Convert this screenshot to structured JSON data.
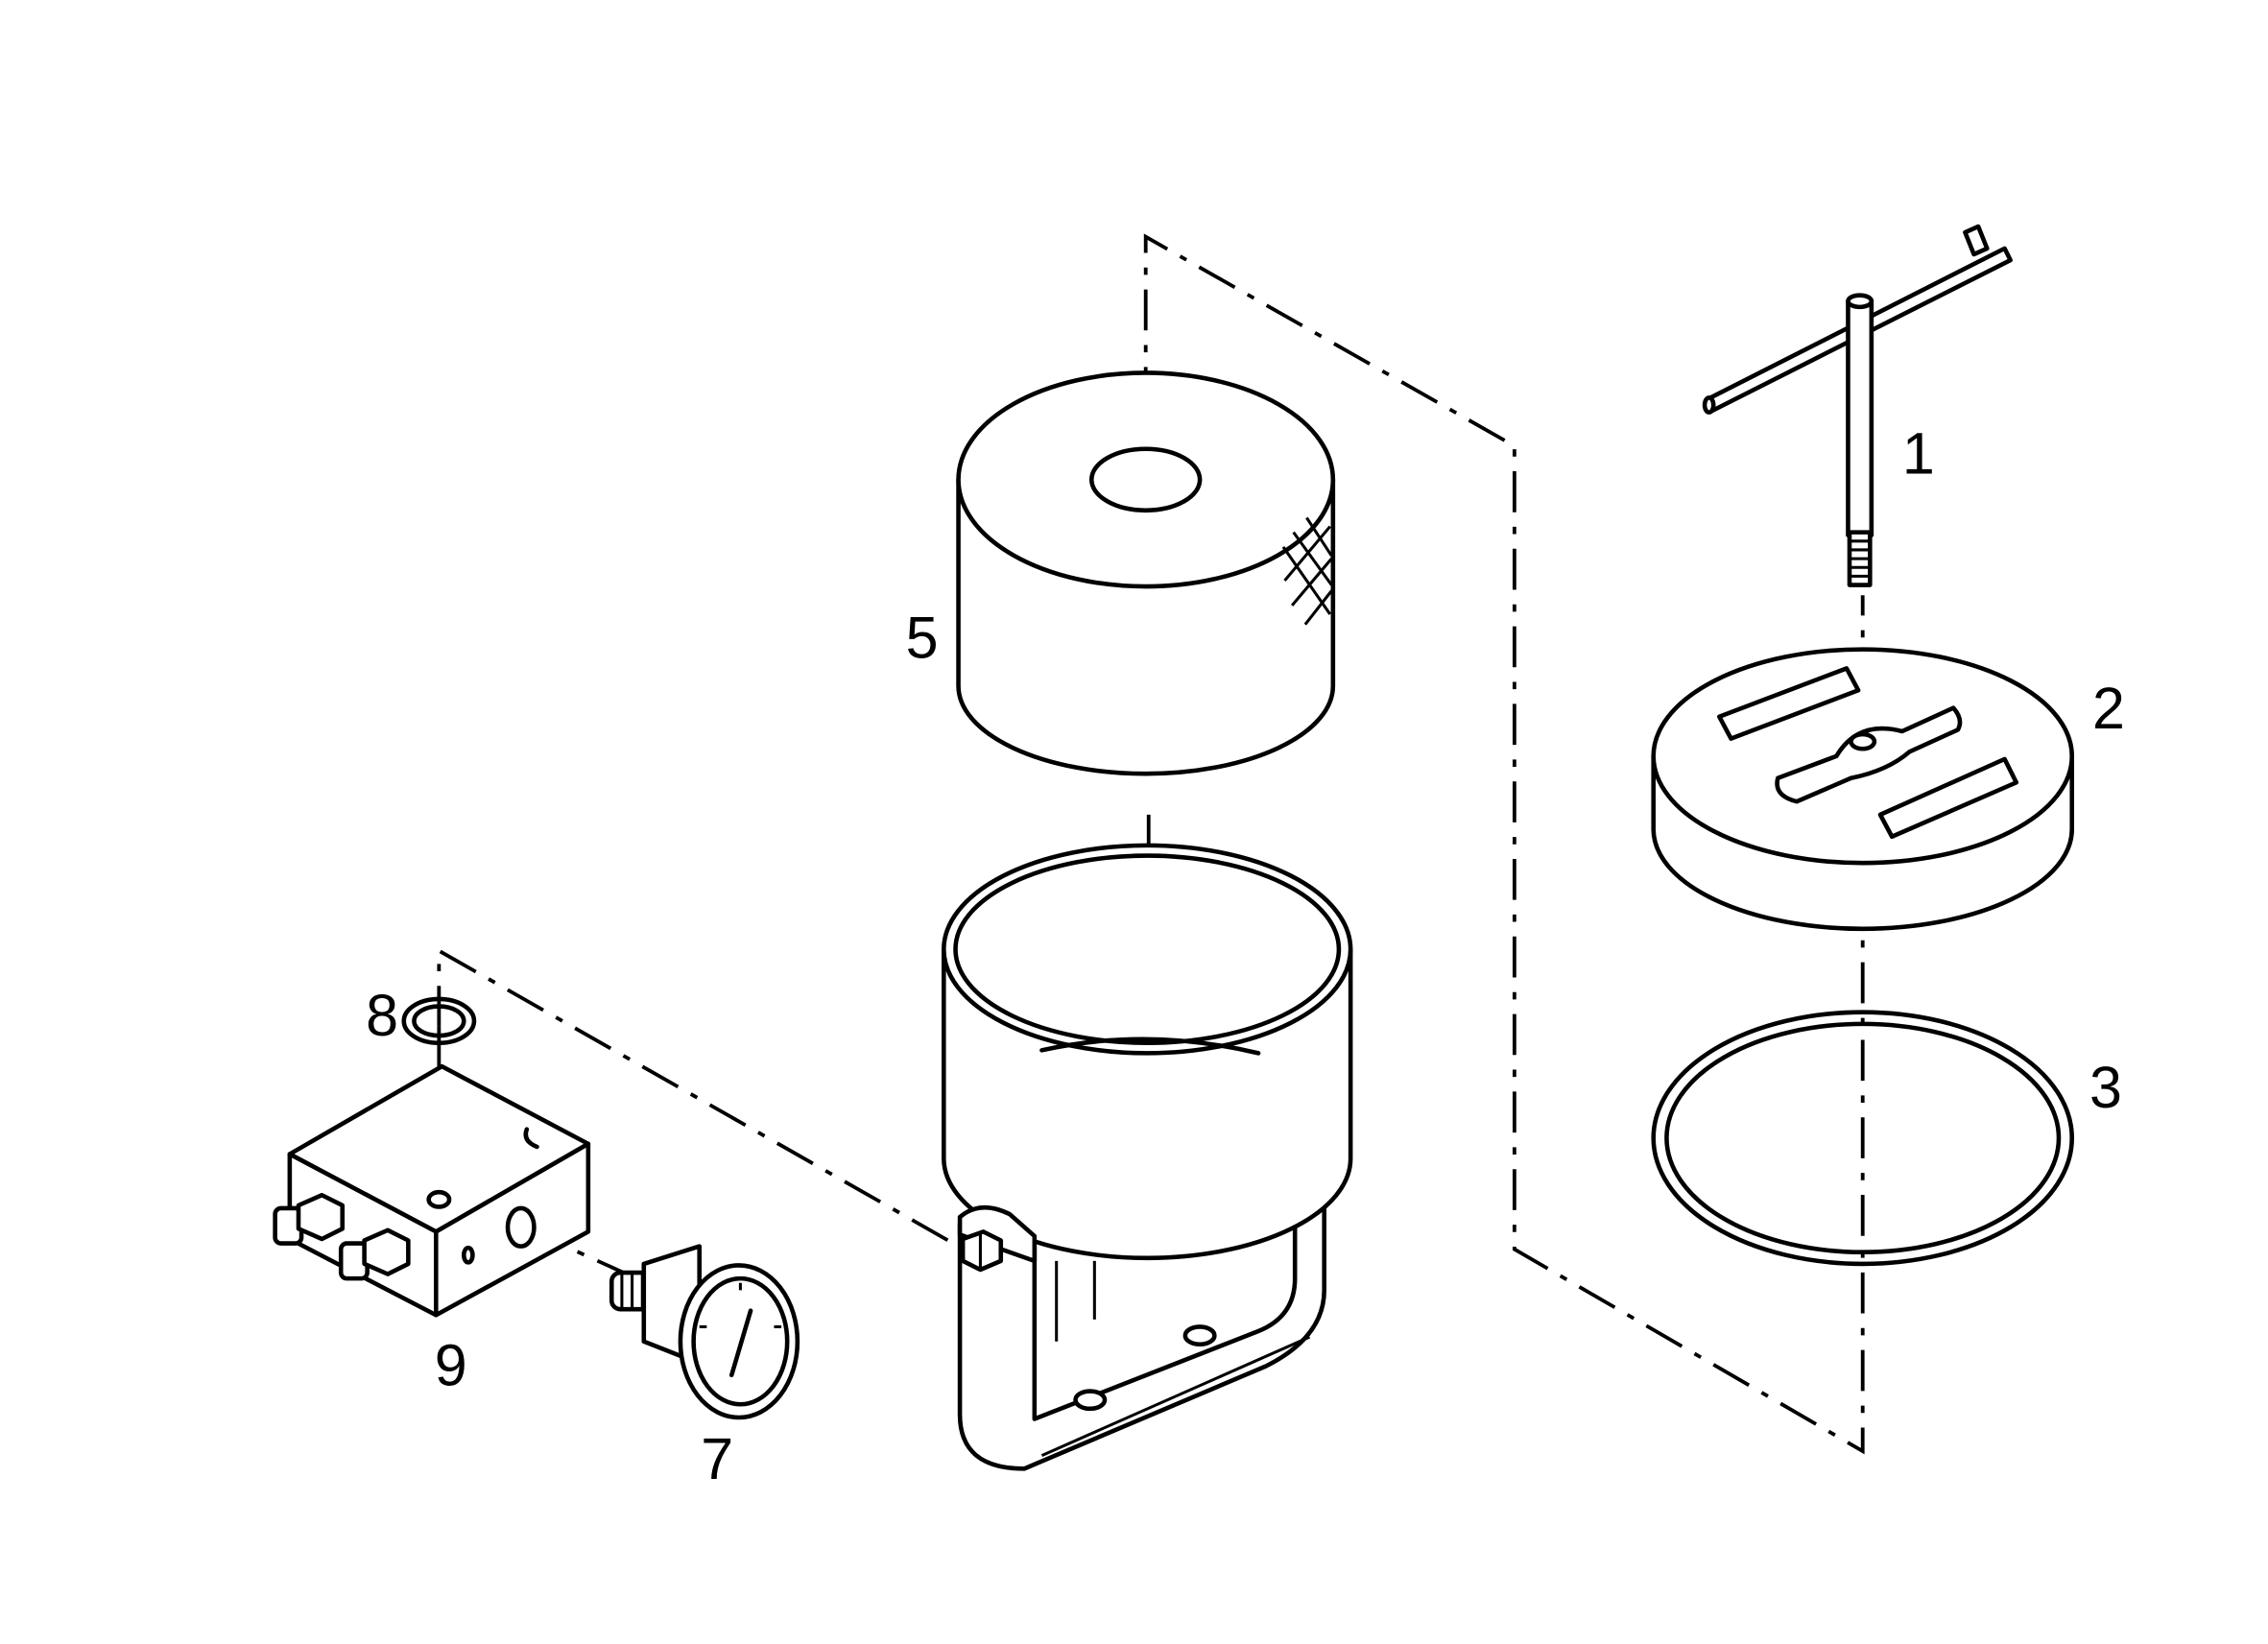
{
  "callouts": [
    {
      "id": "1",
      "text": "1"
    },
    {
      "id": "2",
      "text": "2"
    },
    {
      "id": "3",
      "text": "3"
    },
    {
      "id": "5",
      "text": "5"
    },
    {
      "id": "7",
      "text": "7"
    },
    {
      "id": "8",
      "text": "8"
    },
    {
      "id": "9",
      "text": "9"
    }
  ],
  "colors": {
    "line": "#000000",
    "background": "#ffffff"
  }
}
